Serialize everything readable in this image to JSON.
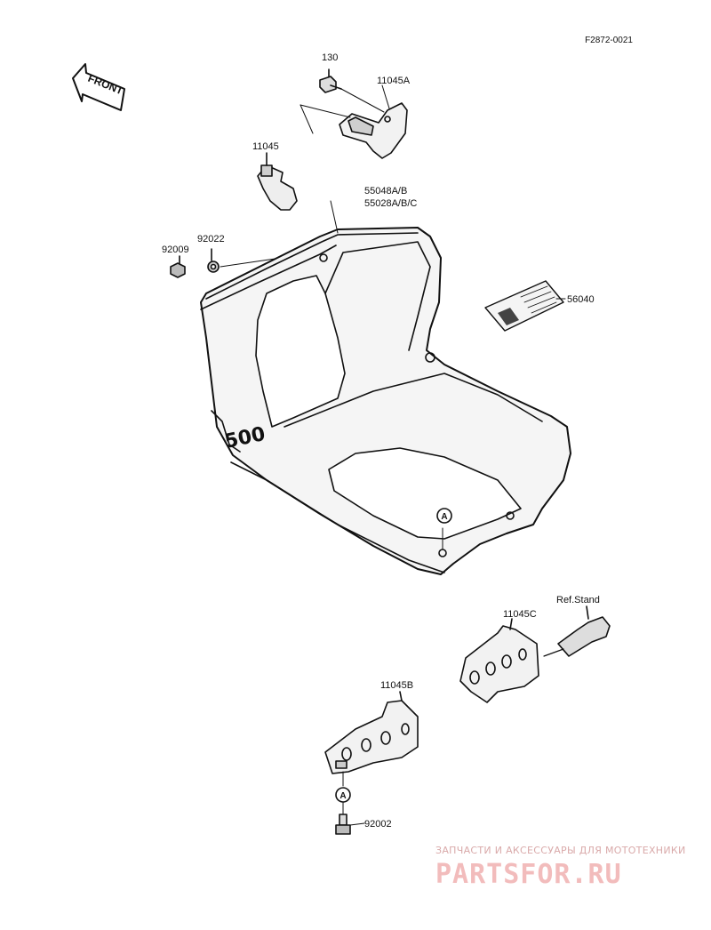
{
  "diagram_code": "F2872-0021",
  "front_arrow_text": "FRONT",
  "fairing_marking": "500",
  "callout_letter": "A",
  "parts": {
    "p130": "130",
    "p11045A": "11045A",
    "p11045": "11045",
    "p55048": "55048A/B",
    "p55028": "55028A/B/C",
    "p92009": "92009",
    "p92022": "92022",
    "p56040": "56040",
    "p11045C": "11045C",
    "p_ref_stand": "Ref.Stand",
    "p11045B": "11045B",
    "p92002": "92002"
  },
  "watermark": {
    "tagline": "ЗАПЧАСТИ И АКСЕССУАРЫ ДЛЯ МОТОТЕХНИКИ",
    "logo": "PARTSFOR.RU",
    "color": "#e8a0a0"
  }
}
